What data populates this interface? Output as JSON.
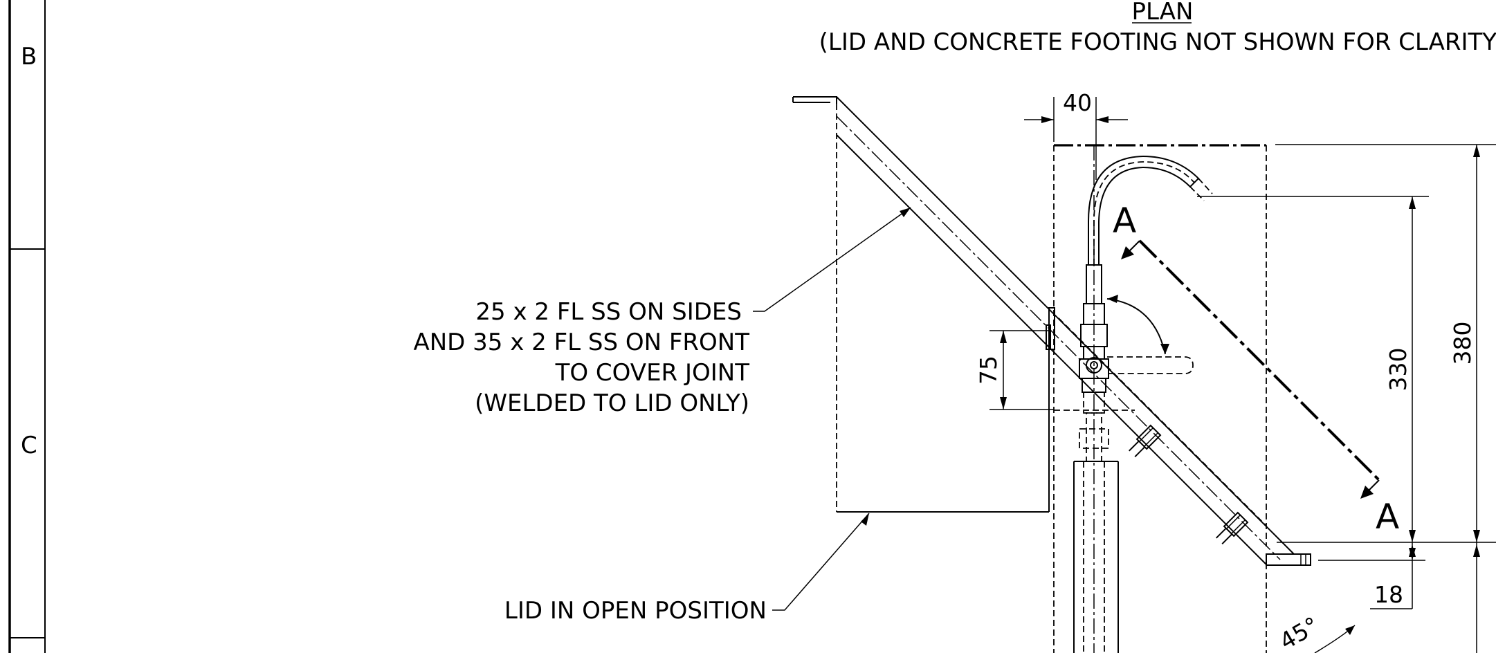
{
  "title_block": {
    "zones": [
      "B",
      "C"
    ]
  },
  "view": {
    "title": "PLAN",
    "subtitle": "(LID AND CONCRETE FOOTING NOT SHOWN FOR CLARITY)"
  },
  "callouts": {
    "cover_joint": [
      "25 x 2 FL SS ON SIDES",
      "AND 35 x 2 FL SS ON FRONT",
      "TO COVER JOINT",
      "(WELDED TO LID ONLY)"
    ],
    "lid": "LID IN OPEN POSITION"
  },
  "dimensions": {
    "d40": "40",
    "d75": "75",
    "d330": "330",
    "d380": "380",
    "d18": "18",
    "angle": "45°"
  },
  "section_marks": {
    "top": "A",
    "bottom": "A"
  }
}
